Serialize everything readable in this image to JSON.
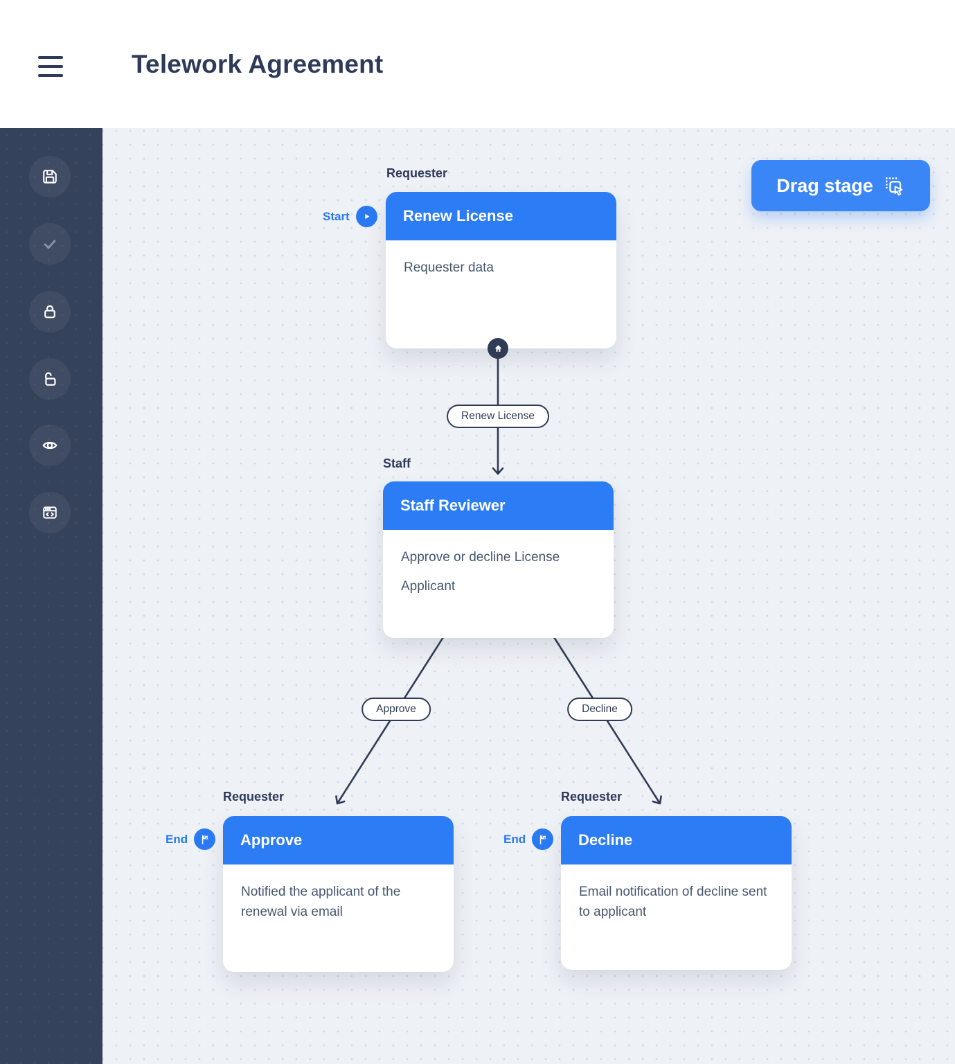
{
  "header": {
    "title": "Telework Agreement"
  },
  "sidebar": {
    "items": [
      {
        "icon": "save-icon"
      },
      {
        "icon": "check-icon"
      },
      {
        "icon": "lock-icon"
      },
      {
        "icon": "unlock-icon"
      },
      {
        "icon": "eye-icon"
      },
      {
        "icon": "window-code-icon"
      }
    ]
  },
  "canvas": {
    "drag_button": {
      "label": "Drag stage"
    },
    "nodes": [
      {
        "lane": "Requester",
        "title": "Renew License",
        "body": "Requester data",
        "marker": {
          "type": "start",
          "label": "Start"
        }
      },
      {
        "lane": "Staff",
        "title": "Staff Reviewer",
        "body_lines": [
          "Approve or decline  License",
          "Applicant"
        ]
      },
      {
        "lane": "Requester",
        "title": "Approve",
        "body": "Notified the applicant of the renewal via email",
        "marker": {
          "type": "end",
          "label": "End"
        }
      },
      {
        "lane": "Requester",
        "title": "Decline",
        "body": "Email notification of decline sent to applicant",
        "marker": {
          "type": "end",
          "label": "End"
        }
      }
    ],
    "edges": [
      {
        "label": "Renew License"
      },
      {
        "label": "Approve"
      },
      {
        "label": "Decline"
      }
    ]
  },
  "colors": {
    "accent_blue": "#2B7CF5",
    "button_blue": "#3B86F7",
    "sidebar_navy": "#35425B",
    "canvas_grey": "#EEF1F6",
    "ink_navy": "#2E3A59",
    "line_navy": "#303C55",
    "body_text": "#46566E",
    "muted_text": "#6F7A89"
  }
}
